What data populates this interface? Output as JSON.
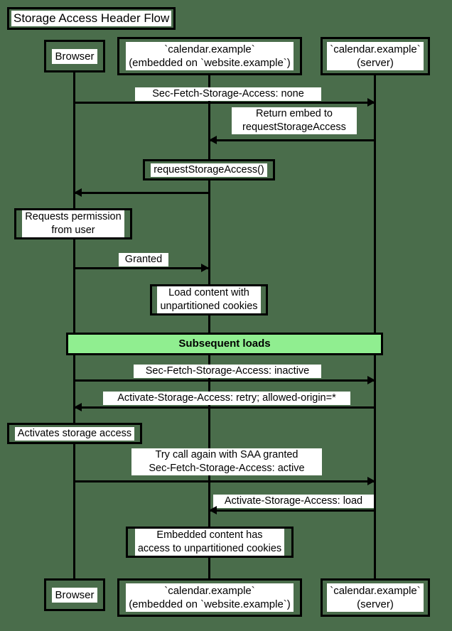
{
  "diagram": {
    "title": "Storage Access Header Flow",
    "background_color": "#4a6d4b",
    "accent_color": "#90ee90",
    "line_color": "#000000",
    "label_background": "#ffffff"
  },
  "participants": [
    {
      "id": "browser",
      "label": "Browser"
    },
    {
      "id": "embed",
      "label": "`calendar.example`\n(embedded on `website.example`)"
    },
    {
      "id": "server",
      "label": "`calendar.example`\n(server)"
    }
  ],
  "messages": [
    {
      "id": "m1",
      "label": "Sec-Fetch-Storage-Access: none",
      "from": "browser",
      "to": "server",
      "direction": "right"
    },
    {
      "id": "m2",
      "label": "Return embed to\nrequestStorageAccess",
      "from": "server",
      "to": "embed",
      "direction": "left"
    },
    {
      "id": "m3",
      "label": "Granted",
      "from": "browser",
      "to": "embed",
      "direction": "right"
    },
    {
      "id": "m4",
      "label": "Sec-Fetch-Storage-Access: inactive",
      "from": "browser",
      "to": "server",
      "direction": "right"
    },
    {
      "id": "m5",
      "label": "Activate-Storage-Access: retry; allowed-origin=*",
      "from": "server",
      "to": "browser",
      "direction": "left"
    },
    {
      "id": "m6",
      "label": "Try call again with SAA granted\nSec-Fetch-Storage-Access: active",
      "from": "browser",
      "to": "server",
      "direction": "right"
    },
    {
      "id": "m7",
      "label": "Activate-Storage-Access: load",
      "from": "server",
      "to": "embed",
      "direction": "left"
    }
  ],
  "notes": [
    {
      "id": "n1",
      "label": "requestStorageAccess()",
      "over": "embed"
    },
    {
      "id": "n2",
      "label": "Requests permission\nfrom user",
      "over": "browser"
    },
    {
      "id": "n3",
      "label": "Load content with\nunpartitioned cookies",
      "over": "embed"
    },
    {
      "id": "n4",
      "label": "Activates storage access",
      "over": "browser"
    },
    {
      "id": "n5",
      "label": "Embedded content has\naccess to unpartitioned cookies",
      "over": "embed"
    }
  ],
  "dividers": [
    {
      "id": "d1",
      "label": "Subsequent loads",
      "color": "#90ee90"
    }
  ]
}
